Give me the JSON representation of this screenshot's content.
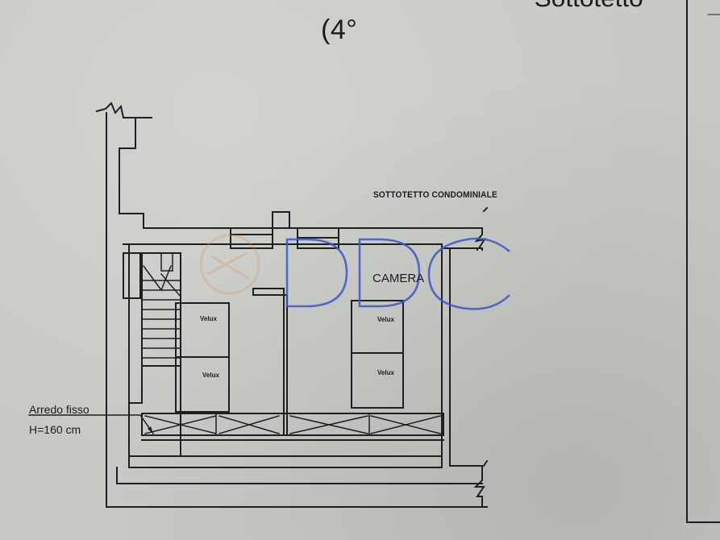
{
  "header": {
    "title_partial": "(4°",
    "title_cropped": "Sottotetto"
  },
  "plan": {
    "label_sottotetto": "SOTTOTETTO CONDOMINIALE",
    "label_camera": "CAMERA",
    "velux": [
      "Velux",
      "Velux",
      "Velux",
      "Velux"
    ],
    "arredo_line1": "Arredo fisso",
    "arredo_line2": "H=160 cm"
  },
  "watermark": {
    "text": "DDC",
    "color": "#3d56c8"
  }
}
